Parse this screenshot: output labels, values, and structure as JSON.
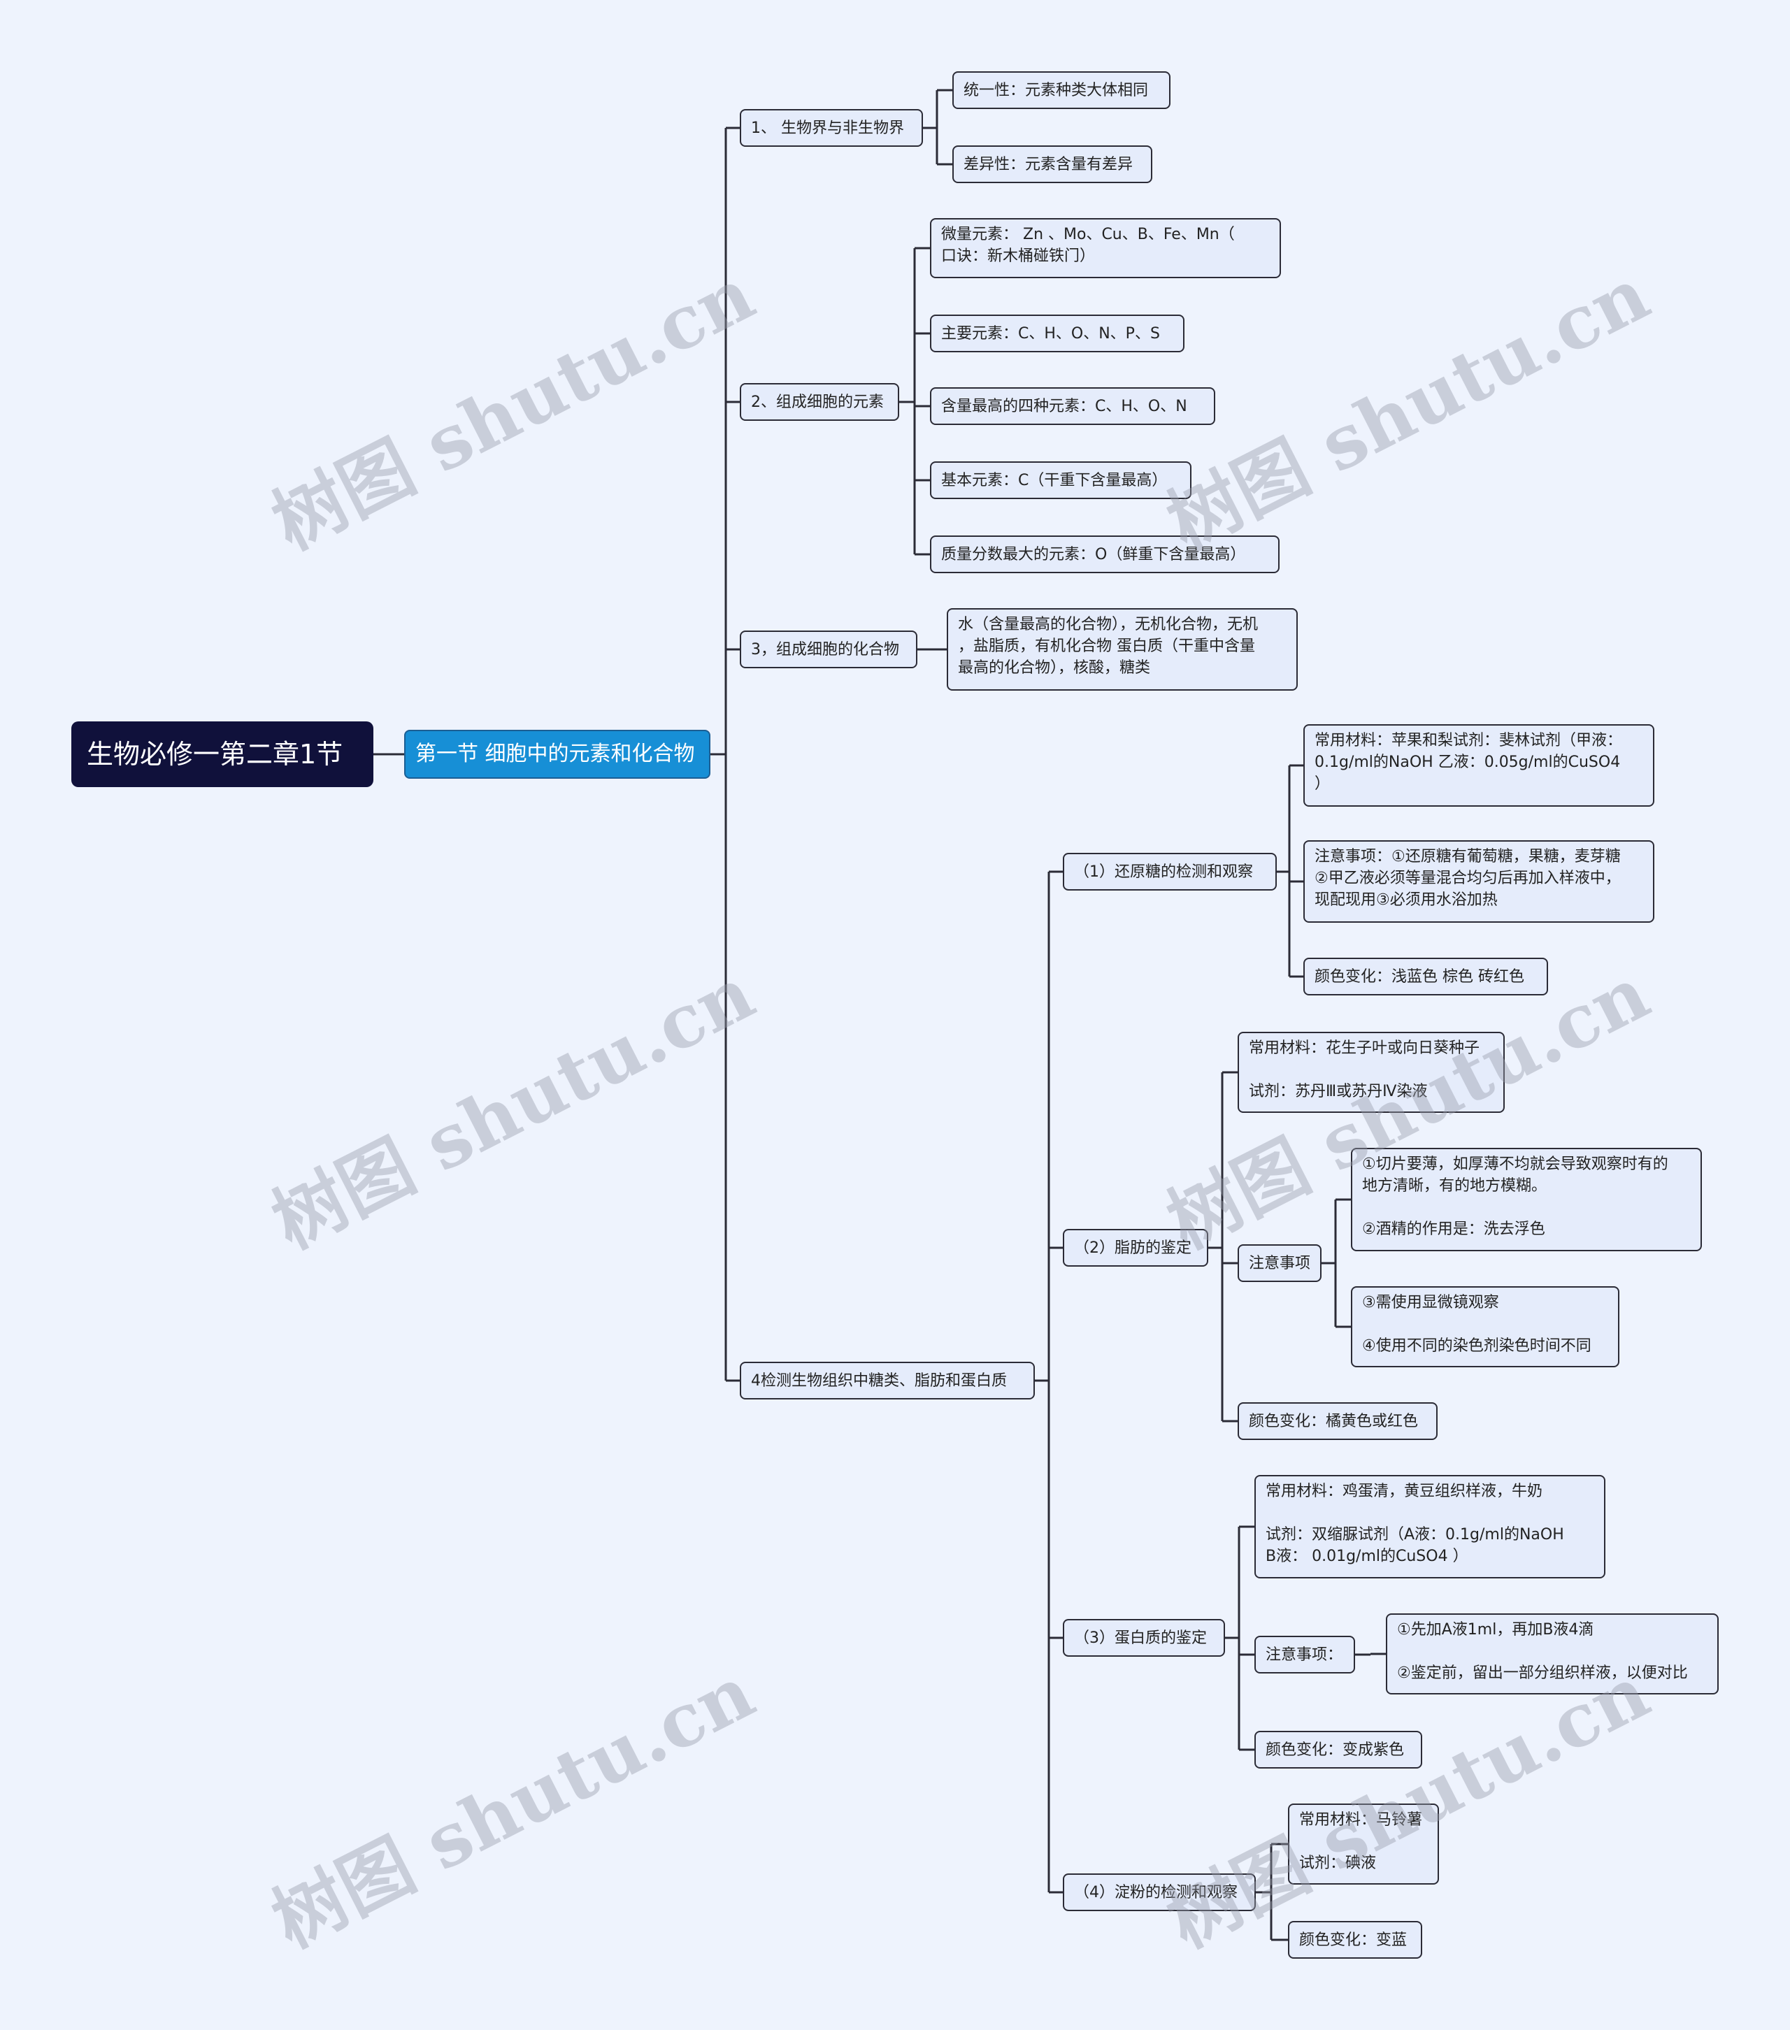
{
  "root": "生物必修一第二章1节",
  "section": "第一节 细胞中的元素和化合物",
  "watermark": "树图 shutu.cn",
  "branches": {
    "b1": {
      "title": "1、 生物界与非生物界",
      "items": [
        "统一性：元素种类大体相同",
        "差异性：元素含量有差异"
      ]
    },
    "b2": {
      "title": "2、组成细胞的元素",
      "items": [
        "微量元素： Zn 、Mo、Cu、B、Fe、Mn（\n口诀：新木桶碰铁门）",
        "主要元素：C、H、O、N、P、S",
        "含量最高的四种元素：C、H、O、N",
        "基本元素：C（干重下含量最高）",
        "质量分数最大的元素：O（鲜重下含量最高）"
      ]
    },
    "b3": {
      "title": "3，组成细胞的化合物",
      "items": [
        "水（含量最高的化合物），无机化合物，无机\n，盐脂质，有机化合物 蛋白质（干重中含量\n最高的化合物），核酸，糖类"
      ]
    },
    "b4": {
      "title": "4检测生物组织中糖类、脂肪和蛋白质",
      "sub1": {
        "title": "（1）还原糖的检测和观察",
        "items": [
          "常用材料：苹果和梨试剂：斐林试剂（甲液：\n0.1g/ml的NaOH 乙液：0.05g/ml的CuSO4\n）",
          "注意事项：①还原糖有葡萄糖，果糖，麦芽糖\n②甲乙液必须等量混合均匀后再加入样液中，\n现配现用③必须用水浴加热",
          "颜色变化：浅蓝色 棕色 砖红色"
        ]
      },
      "sub2": {
        "title": "（2）脂肪的鉴定",
        "material": "常用材料：花生子叶或向日葵种子\n\n试剂：苏丹Ⅲ或苏丹Ⅳ染液",
        "notes_label": "注意事项",
        "notes": [
          "①切片要薄，如厚薄不均就会导致观察时有的\n地方清晰，有的地方模糊。\n\n②酒精的作用是：洗去浮色",
          "③需使用显微镜观察\n\n④使用不同的染色剂染色时间不同"
        ],
        "color": "颜色变化：橘黄色或红色"
      },
      "sub3": {
        "title": "（3）蛋白质的鉴定",
        "material": "常用材料：鸡蛋清，黄豆组织样液，牛奶\n\n试剂：双缩脲试剂（A液：0.1g/ml的NaOH\nB液： 0.01g/ml的CuSO4 ）",
        "notes_label": "注意事项：",
        "notes": [
          "①先加A液1ml，再加B液4滴\n\n②鉴定前，留出一部分组织样液，以便对比"
        ],
        "color": "颜色变化：变成紫色"
      },
      "sub4": {
        "title": "（4）淀粉的检测和观察",
        "material": "常用材料：马铃薯\n\n试剂：碘液",
        "color": "颜色变化：变蓝"
      }
    }
  }
}
